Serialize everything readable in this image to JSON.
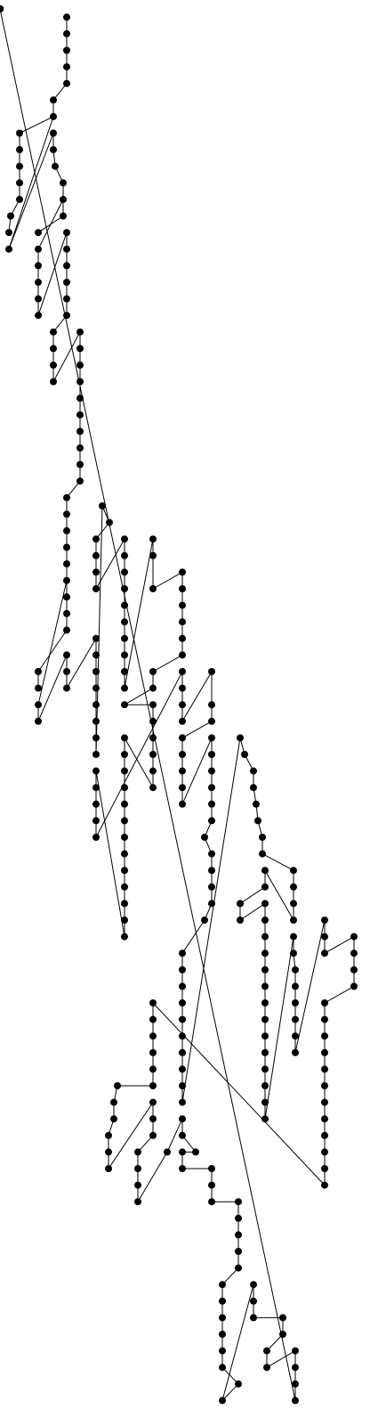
{
  "tree": {
    "node_color": "#000000",
    "edge_color": "#000000",
    "background": "#ffffff",
    "node_count": 286,
    "root": 0,
    "edges": [
      [
        0,
        1
      ],
      [
        1,
        2
      ],
      [
        2,
        3
      ],
      [
        3,
        4
      ],
      [
        4,
        5
      ],
      [
        5,
        6
      ],
      [
        6,
        7
      ],
      [
        7,
        8
      ],
      [
        8,
        9
      ],
      [
        9,
        10
      ],
      [
        10,
        11
      ],
      [
        11,
        12
      ],
      [
        12,
        13
      ],
      [
        6,
        14
      ],
      [
        14,
        15
      ],
      [
        15,
        16
      ],
      [
        16,
        17
      ],
      [
        17,
        18
      ],
      [
        18,
        19
      ],
      [
        19,
        20
      ],
      [
        20,
        21
      ],
      [
        19,
        22
      ],
      [
        22,
        23
      ],
      [
        23,
        24
      ],
      [
        24,
        25
      ],
      [
        25,
        26
      ],
      [
        26,
        27
      ],
      [
        27,
        28
      ],
      [
        28,
        29
      ],
      [
        29,
        30
      ],
      [
        30,
        31
      ],
      [
        31,
        32
      ],
      [
        32,
        33
      ],
      [
        33,
        34
      ],
      [
        34,
        35
      ],
      [
        35,
        36
      ],
      [
        36,
        37
      ],
      [
        37,
        38
      ],
      [
        38,
        39
      ],
      [
        39,
        40
      ],
      [
        40,
        41
      ],
      [
        41,
        42
      ],
      [
        42,
        43
      ],
      [
        43,
        44
      ],
      [
        44,
        45
      ],
      [
        45,
        46
      ],
      [
        46,
        47
      ],
      [
        47,
        48
      ],
      [
        48,
        49
      ],
      [
        49,
        50
      ],
      [
        50,
        51
      ],
      [
        51,
        52
      ],
      [
        52,
        53
      ],
      [
        53,
        54
      ],
      [
        54,
        55
      ],
      [
        55,
        56
      ],
      [
        56,
        57
      ],
      [
        52,
        58
      ],
      [
        58,
        59
      ],
      [
        59,
        60
      ],
      [
        60,
        61
      ],
      [
        61,
        62
      ],
      [
        62,
        63
      ],
      [
        63,
        64
      ],
      [
        64,
        65
      ],
      [
        65,
        66
      ],
      [
        66,
        67
      ],
      [
        67,
        68
      ],
      [
        68,
        69
      ],
      [
        69,
        70
      ],
      [
        70,
        71
      ],
      [
        71,
        72
      ],
      [
        72,
        73
      ],
      [
        73,
        74
      ],
      [
        74,
        75
      ],
      [
        75,
        76
      ],
      [
        76,
        77
      ],
      [
        77,
        78
      ],
      [
        78,
        79
      ],
      [
        79,
        80
      ],
      [
        80,
        81
      ],
      [
        81,
        82
      ],
      [
        82,
        83
      ],
      [
        83,
        84
      ],
      [
        84,
        85
      ],
      [
        85,
        86
      ],
      [
        86,
        87
      ],
      [
        87,
        88
      ],
      [
        88,
        89
      ],
      [
        89,
        90
      ],
      [
        90,
        91
      ],
      [
        91,
        92
      ],
      [
        92,
        93
      ],
      [
        93,
        94
      ],
      [
        94,
        95
      ],
      [
        95,
        96
      ],
      [
        96,
        97
      ],
      [
        97,
        98
      ],
      [
        98,
        99
      ],
      [
        99,
        100
      ],
      [
        100,
        101
      ],
      [
        101,
        102
      ],
      [
        102,
        103
      ],
      [
        103,
        104
      ],
      [
        104,
        105
      ],
      [
        105,
        106
      ],
      [
        106,
        107
      ],
      [
        107,
        108
      ],
      [
        108,
        109
      ],
      [
        109,
        110
      ],
      [
        110,
        111
      ],
      [
        111,
        112
      ],
      [
        112,
        113
      ],
      [
        113,
        114
      ],
      [
        114,
        115
      ],
      [
        115,
        116
      ],
      [
        116,
        117
      ],
      [
        117,
        118
      ],
      [
        118,
        119
      ],
      [
        119,
        120
      ],
      [
        120,
        121
      ],
      [
        121,
        122
      ],
      [
        122,
        123
      ],
      [
        123,
        124
      ],
      [
        124,
        125
      ],
      [
        125,
        126
      ],
      [
        126,
        127
      ],
      [
        127,
        128
      ],
      [
        128,
        129
      ],
      [
        129,
        130
      ],
      [
        130,
        131
      ],
      [
        131,
        132
      ],
      [
        132,
        133
      ],
      [
        133,
        134
      ],
      [
        134,
        135
      ],
      [
        135,
        136
      ],
      [
        136,
        137
      ],
      [
        137,
        138
      ],
      [
        138,
        139
      ],
      [
        139,
        140
      ],
      [
        140,
        141
      ],
      [
        141,
        142
      ],
      [
        142,
        143
      ],
      [
        143,
        144
      ],
      [
        144,
        145
      ],
      [
        145,
        146
      ],
      [
        146,
        147
      ],
      [
        147,
        148
      ],
      [
        148,
        149
      ],
      [
        149,
        150
      ],
      [
        150,
        151
      ],
      [
        151,
        152
      ],
      [
        152,
        153
      ],
      [
        153,
        154
      ],
      [
        154,
        155
      ],
      [
        155,
        156
      ],
      [
        156,
        157
      ],
      [
        157,
        158
      ],
      [
        158,
        159
      ],
      [
        159,
        160
      ],
      [
        160,
        161
      ],
      [
        161,
        162
      ],
      [
        162,
        163
      ],
      [
        163,
        164
      ],
      [
        164,
        165
      ],
      [
        165,
        166
      ],
      [
        166,
        167
      ],
      [
        167,
        168
      ],
      [
        168,
        169
      ],
      [
        169,
        170
      ],
      [
        170,
        171
      ],
      [
        171,
        172
      ],
      [
        172,
        173
      ],
      [
        173,
        174
      ],
      [
        174,
        175
      ],
      [
        175,
        176
      ],
      [
        176,
        177
      ],
      [
        177,
        178
      ],
      [
        178,
        179
      ],
      [
        179,
        180
      ],
      [
        180,
        181
      ],
      [
        181,
        182
      ],
      [
        182,
        183
      ],
      [
        183,
        184
      ],
      [
        184,
        185
      ],
      [
        185,
        186
      ],
      [
        186,
        187
      ],
      [
        187,
        188
      ],
      [
        188,
        189
      ],
      [
        189,
        190
      ],
      [
        190,
        191
      ],
      [
        191,
        192
      ],
      [
        192,
        193
      ],
      [
        193,
        194
      ],
      [
        194,
        195
      ],
      [
        195,
        196
      ],
      [
        196,
        197
      ],
      [
        197,
        198
      ],
      [
        198,
        199
      ],
      [
        199,
        200
      ],
      [
        200,
        201
      ],
      [
        201,
        202
      ],
      [
        202,
        203
      ],
      [
        203,
        204
      ],
      [
        204,
        205
      ],
      [
        205,
        206
      ],
      [
        206,
        207
      ],
      [
        207,
        208
      ],
      [
        208,
        209
      ],
      [
        209,
        210
      ],
      [
        210,
        211
      ],
      [
        211,
        212
      ],
      [
        212,
        213
      ],
      [
        213,
        214
      ],
      [
        214,
        215
      ],
      [
        215,
        216
      ],
      [
        216,
        217
      ],
      [
        217,
        218
      ],
      [
        218,
        219
      ],
      [
        219,
        220
      ],
      [
        220,
        221
      ],
      [
        221,
        222
      ],
      [
        222,
        223
      ],
      [
        223,
        224
      ],
      [
        224,
        225
      ],
      [
        225,
        226
      ],
      [
        226,
        227
      ],
      [
        227,
        228
      ],
      [
        228,
        229
      ],
      [
        229,
        230
      ],
      [
        230,
        231
      ],
      [
        231,
        232
      ],
      [
        232,
        233
      ],
      [
        233,
        234
      ],
      [
        234,
        235
      ],
      [
        235,
        236
      ],
      [
        236,
        237
      ],
      [
        237,
        238
      ],
      [
        238,
        239
      ],
      [
        239,
        240
      ],
      [
        240,
        241
      ],
      [
        241,
        242
      ],
      [
        242,
        243
      ],
      [
        243,
        244
      ],
      [
        244,
        245
      ],
      [
        245,
        246
      ],
      [
        246,
        247
      ],
      [
        247,
        248
      ],
      [
        248,
        249
      ],
      [
        249,
        250
      ],
      [
        250,
        251
      ],
      [
        251,
        252
      ],
      [
        252,
        253
      ],
      [
        253,
        254
      ],
      [
        254,
        255
      ],
      [
        255,
        256
      ],
      [
        256,
        257
      ],
      [
        257,
        258
      ],
      [
        258,
        259
      ],
      [
        259,
        260
      ],
      [
        260,
        261
      ],
      [
        261,
        262
      ],
      [
        262,
        263
      ],
      [
        263,
        264
      ],
      [
        264,
        265
      ],
      [
        265,
        266
      ],
      [
        266,
        267
      ],
      [
        267,
        268
      ],
      [
        268,
        269
      ],
      [
        269,
        270
      ],
      [
        270,
        271
      ],
      [
        271,
        272
      ],
      [
        272,
        273
      ],
      [
        273,
        274
      ],
      [
        274,
        275
      ],
      [
        275,
        276
      ],
      [
        276,
        277
      ],
      [
        277,
        278
      ],
      [
        278,
        279
      ],
      [
        279,
        280
      ],
      [
        280,
        281
      ],
      [
        281,
        282
      ],
      [
        282,
        283
      ],
      [
        283,
        284
      ],
      [
        284,
        285
      ]
    ]
  }
}
